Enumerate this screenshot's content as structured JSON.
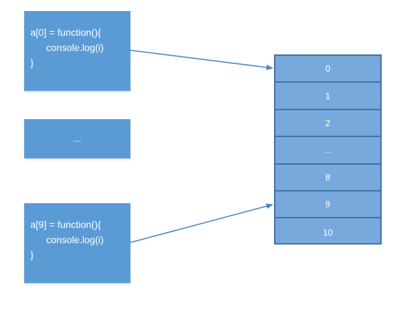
{
  "boxes": {
    "top": {
      "line1": "a[0] = function(){",
      "line2": "console.log(i)",
      "line3": "}"
    },
    "middle": {
      "label": "..."
    },
    "bottom": {
      "line1": "a[9] = function(){",
      "line2": "console.log(i)",
      "line3": "}"
    }
  },
  "array": {
    "cells": [
      "0",
      "1",
      "2",
      "...",
      "8",
      "9",
      "10"
    ]
  },
  "colors": {
    "box_fill": "#5b9bd5",
    "array_fill": "#78a9dc",
    "array_border": "#41719c",
    "arrow": "#4a86c5"
  }
}
